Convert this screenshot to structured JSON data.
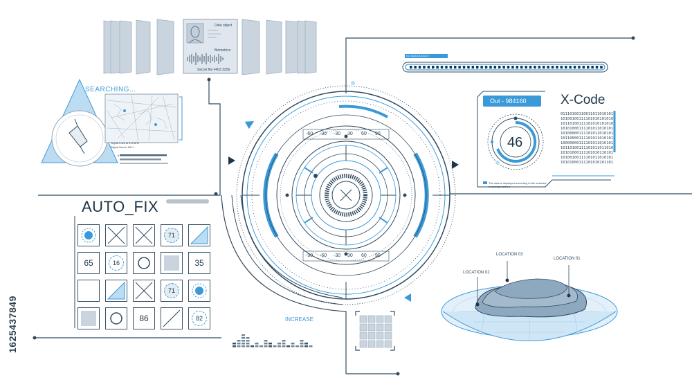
{
  "stock_id": "1625437849",
  "searching": {
    "title": "SEARCHING...",
    "text_lines": [
      "Signal Lock at 8.5 MHz",
      "Signal Name: BH-7"
    ]
  },
  "id_card": {
    "lines": [
      "Data object",
      "Biometrics",
      "Secret file #403 3256"
    ]
  },
  "auto_fix": {
    "title": "AUTO_FIX",
    "cells": [
      [
        "dot-ring",
        "x",
        "x",
        "71",
        "tri"
      ],
      [
        "65",
        "16",
        "ring",
        "fill",
        "35"
      ],
      [
        "empty",
        "tri",
        "x",
        "71",
        "dot-ring"
      ],
      [
        "fill",
        "ring",
        "86",
        "diag",
        "82"
      ]
    ]
  },
  "increase": {
    "label": "INCREASE",
    "bars": [
      2,
      3,
      5,
      4,
      1,
      2,
      1,
      3,
      2,
      1,
      2,
      3,
      1,
      2,
      1,
      3,
      2,
      1
    ]
  },
  "xcode": {
    "title": "X-Code",
    "tag": "Out - 984160",
    "value": "46",
    "binary": [
      "01110100110011011010101",
      "10100100111101010101010",
      "10110100111101010101010",
      "10101000111101011010101",
      "10100000111101011010101",
      "10110000111101011010101",
      "10000000111101011010101",
      "10110100111101011011010",
      "10101000111101010110101",
      "10100100111101011010101",
      "10101000111101010101101"
    ],
    "note": "The data is displayed according to the selected encoding method"
  },
  "top_bar": {
    "tag": "01 011010101010"
  },
  "dial": {
    "scale_top": [
      "-60",
      "-30",
      "-30",
      "30",
      "60",
      "90"
    ],
    "scale_bottom": [
      "-90",
      "-60",
      "-30",
      "30",
      "60",
      "90"
    ]
  },
  "terrain": {
    "locations": [
      "LOCATION 03",
      "LOCATION 01",
      "LOCATION 02"
    ]
  },
  "colors": {
    "line": "#2f4a5e",
    "accent": "#3a9ad9",
    "light_accent": "#bcdcf2"
  }
}
